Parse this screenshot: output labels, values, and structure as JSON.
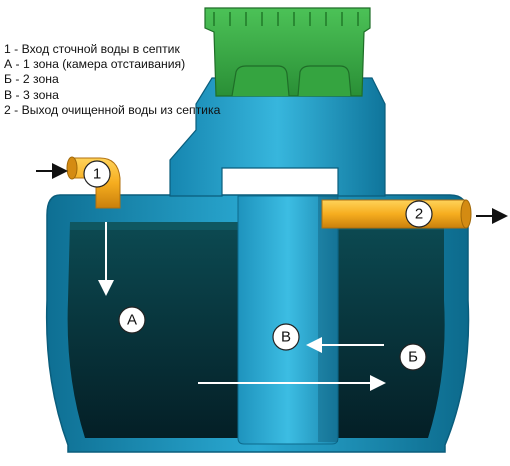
{
  "legend": {
    "line_1": "1 - Вход сточной воды в септик",
    "line_a": "А - 1 зона (камера отстаивания)",
    "line_b": "Б - 2 зона",
    "line_v": "В - 3 зона",
    "line_2": "2 - Выход очищенной воды из септика"
  },
  "markers": {
    "inlet": "1",
    "outlet": "2",
    "zone_a": "А",
    "zone_b": "Б",
    "zone_v": "В"
  },
  "colors": {
    "tank_body": "#1a9ac4",
    "water": "#07323a",
    "lid": "#3db24a",
    "pipe": "#f2a81d",
    "arrow": "#ffffff"
  }
}
